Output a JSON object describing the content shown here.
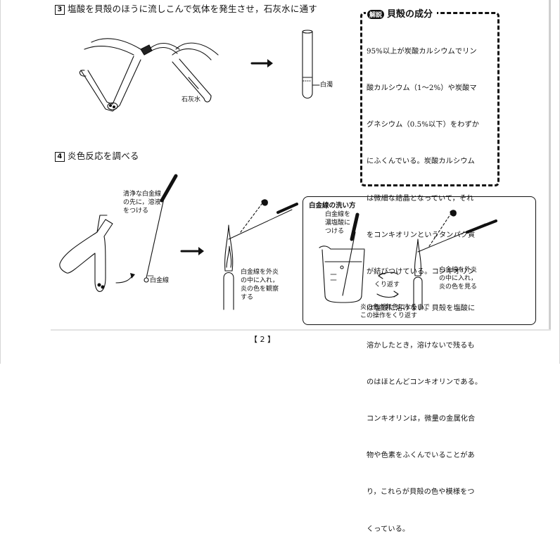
{
  "section3": {
    "number": "3",
    "title": "塩酸を貝殻のほうに流しこんで気体を発生させ，石灰水に通す"
  },
  "section4": {
    "number": "4",
    "title": "炎色反応を調べる"
  },
  "commentary": {
    "badge": "解説",
    "title": "貝殻の成分",
    "lines": [
      "95%以上が炭酸カルシウムでリン",
      "酸カルシウム（1～2%）や炭酸マ",
      "グネシウム（0.5%以下）をわずか",
      "にふくんでいる。炭酸カルシウム",
      "は微細な結晶となっていて，それ",
      "をコンキオリンというタンパク質",
      "が結びつけている。コンキオリン",
      "は塩酸に溶けない。貝殻を塩酸に",
      "溶かしたとき，溶けないで残るも",
      "のはほとんどコンキオリンである。",
      "コンキオリンは，微量の金属化合",
      "物や色素をふくんでいることがあ",
      "り，これらが貝殻の色や模様をつ",
      "くっている。"
    ]
  },
  "labels": {
    "limewater": "石灰水",
    "cloudy": "白濁",
    "clean_wire": "清浄な白金線\nの先に，溶液\nをつける",
    "platinum_wire": "白金線",
    "observe_flame": "白金線を外炎\nの中に入れ，\n炎の色を観察\nする"
  },
  "inset": {
    "title": "白金線の洗い方",
    "dip_acid": "白金線を\n濃塩酸に\nつける",
    "repeat": "くり返す",
    "see_flame": "白金線を外炎\nの中に入れ，\n炎の色を見る",
    "until_colorless": "炎の色が無色になるまで\nこの操作をくり返す"
  },
  "page_number": "【 2 】"
}
